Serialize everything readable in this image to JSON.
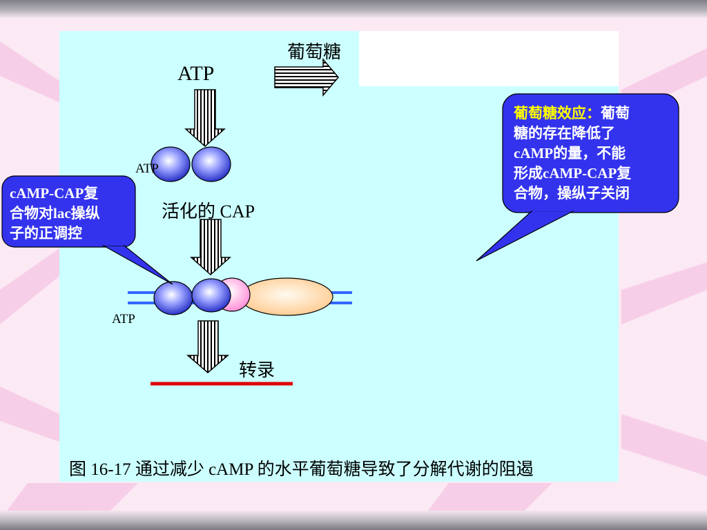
{
  "colors": {
    "panel": "#ccffff",
    "callout": "#3333ee",
    "callout_highlight": "#ffff00",
    "cap_protein": "#5a63e8",
    "promoter_pink": "#ff9ee0",
    "polymerase": "#ffd9a8",
    "dna": "#3366ff",
    "transcript": "#e00000"
  },
  "icons": {
    "horizontal_arrow": "striped-block-arrow-right",
    "down_arrow": "striped-block-arrow-down"
  },
  "labels": {
    "glucose": "葡萄糖",
    "atp_top": "ATP",
    "atp_mid": "ATP",
    "activated_cap": "活化的 CAP",
    "atp_bottom": "ATP",
    "transcription": "转录",
    "caption": "图 16-17  通过减少 cAMP 的水平葡萄糖导致了分解代谢的阻遏"
  },
  "callout_left": {
    "line1": "cAMP-CAP复",
    "line2": "合物对lac操纵",
    "line3": "子的正调控"
  },
  "callout_right": {
    "highlight": "葡萄糖效应：",
    "line1_rest": "葡萄",
    "line2": "糖的存在降低了",
    "line3": "cAMP的量，不能",
    "line4": "形成cAMP-CAP复",
    "line5": "合物，操纵子关闭"
  }
}
